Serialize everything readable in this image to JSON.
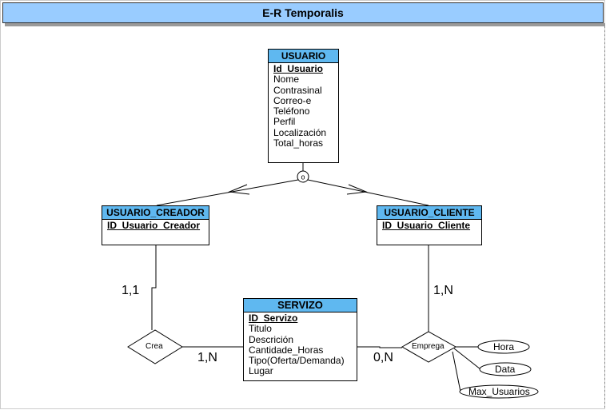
{
  "title": "E-R Temporalis",
  "entities": {
    "usuario": {
      "name": "USUARIO",
      "pk": "Id_Usuario",
      "attributes": [
        "Nome",
        "Contrasinal",
        "Correo-e",
        "Teléfono",
        "Perfil",
        "Localización",
        "Total_horas"
      ]
    },
    "usuario_creador": {
      "name": "USUARIO_CREADOR",
      "pk": "ID_Usuario_Creador"
    },
    "usuario_cliente": {
      "name": "USUARIO_CLIENTE",
      "pk": "ID_Usuario_Cliente"
    },
    "servizo": {
      "name": "SERVIZO",
      "pk": "ID_Servizo",
      "attributes": [
        "Titulo",
        "Descrición",
        "Cantidade_Horas",
        "Tipo(Oferta/Demanda)",
        "Lugar"
      ]
    }
  },
  "relationships": {
    "crea": {
      "name": "Crea",
      "card_creador": "1,1",
      "card_servizo": "1,N"
    },
    "emprega": {
      "name": "Emprega",
      "card_cliente": "1,N",
      "card_servizo": "0,N",
      "attributes": [
        "Hora",
        "Data",
        "Max_Usuarios"
      ]
    }
  },
  "specialization": {
    "symbol": "o"
  },
  "colors": {
    "title_bar": "#99ccff",
    "entity_header": "#5fb8f0"
  }
}
